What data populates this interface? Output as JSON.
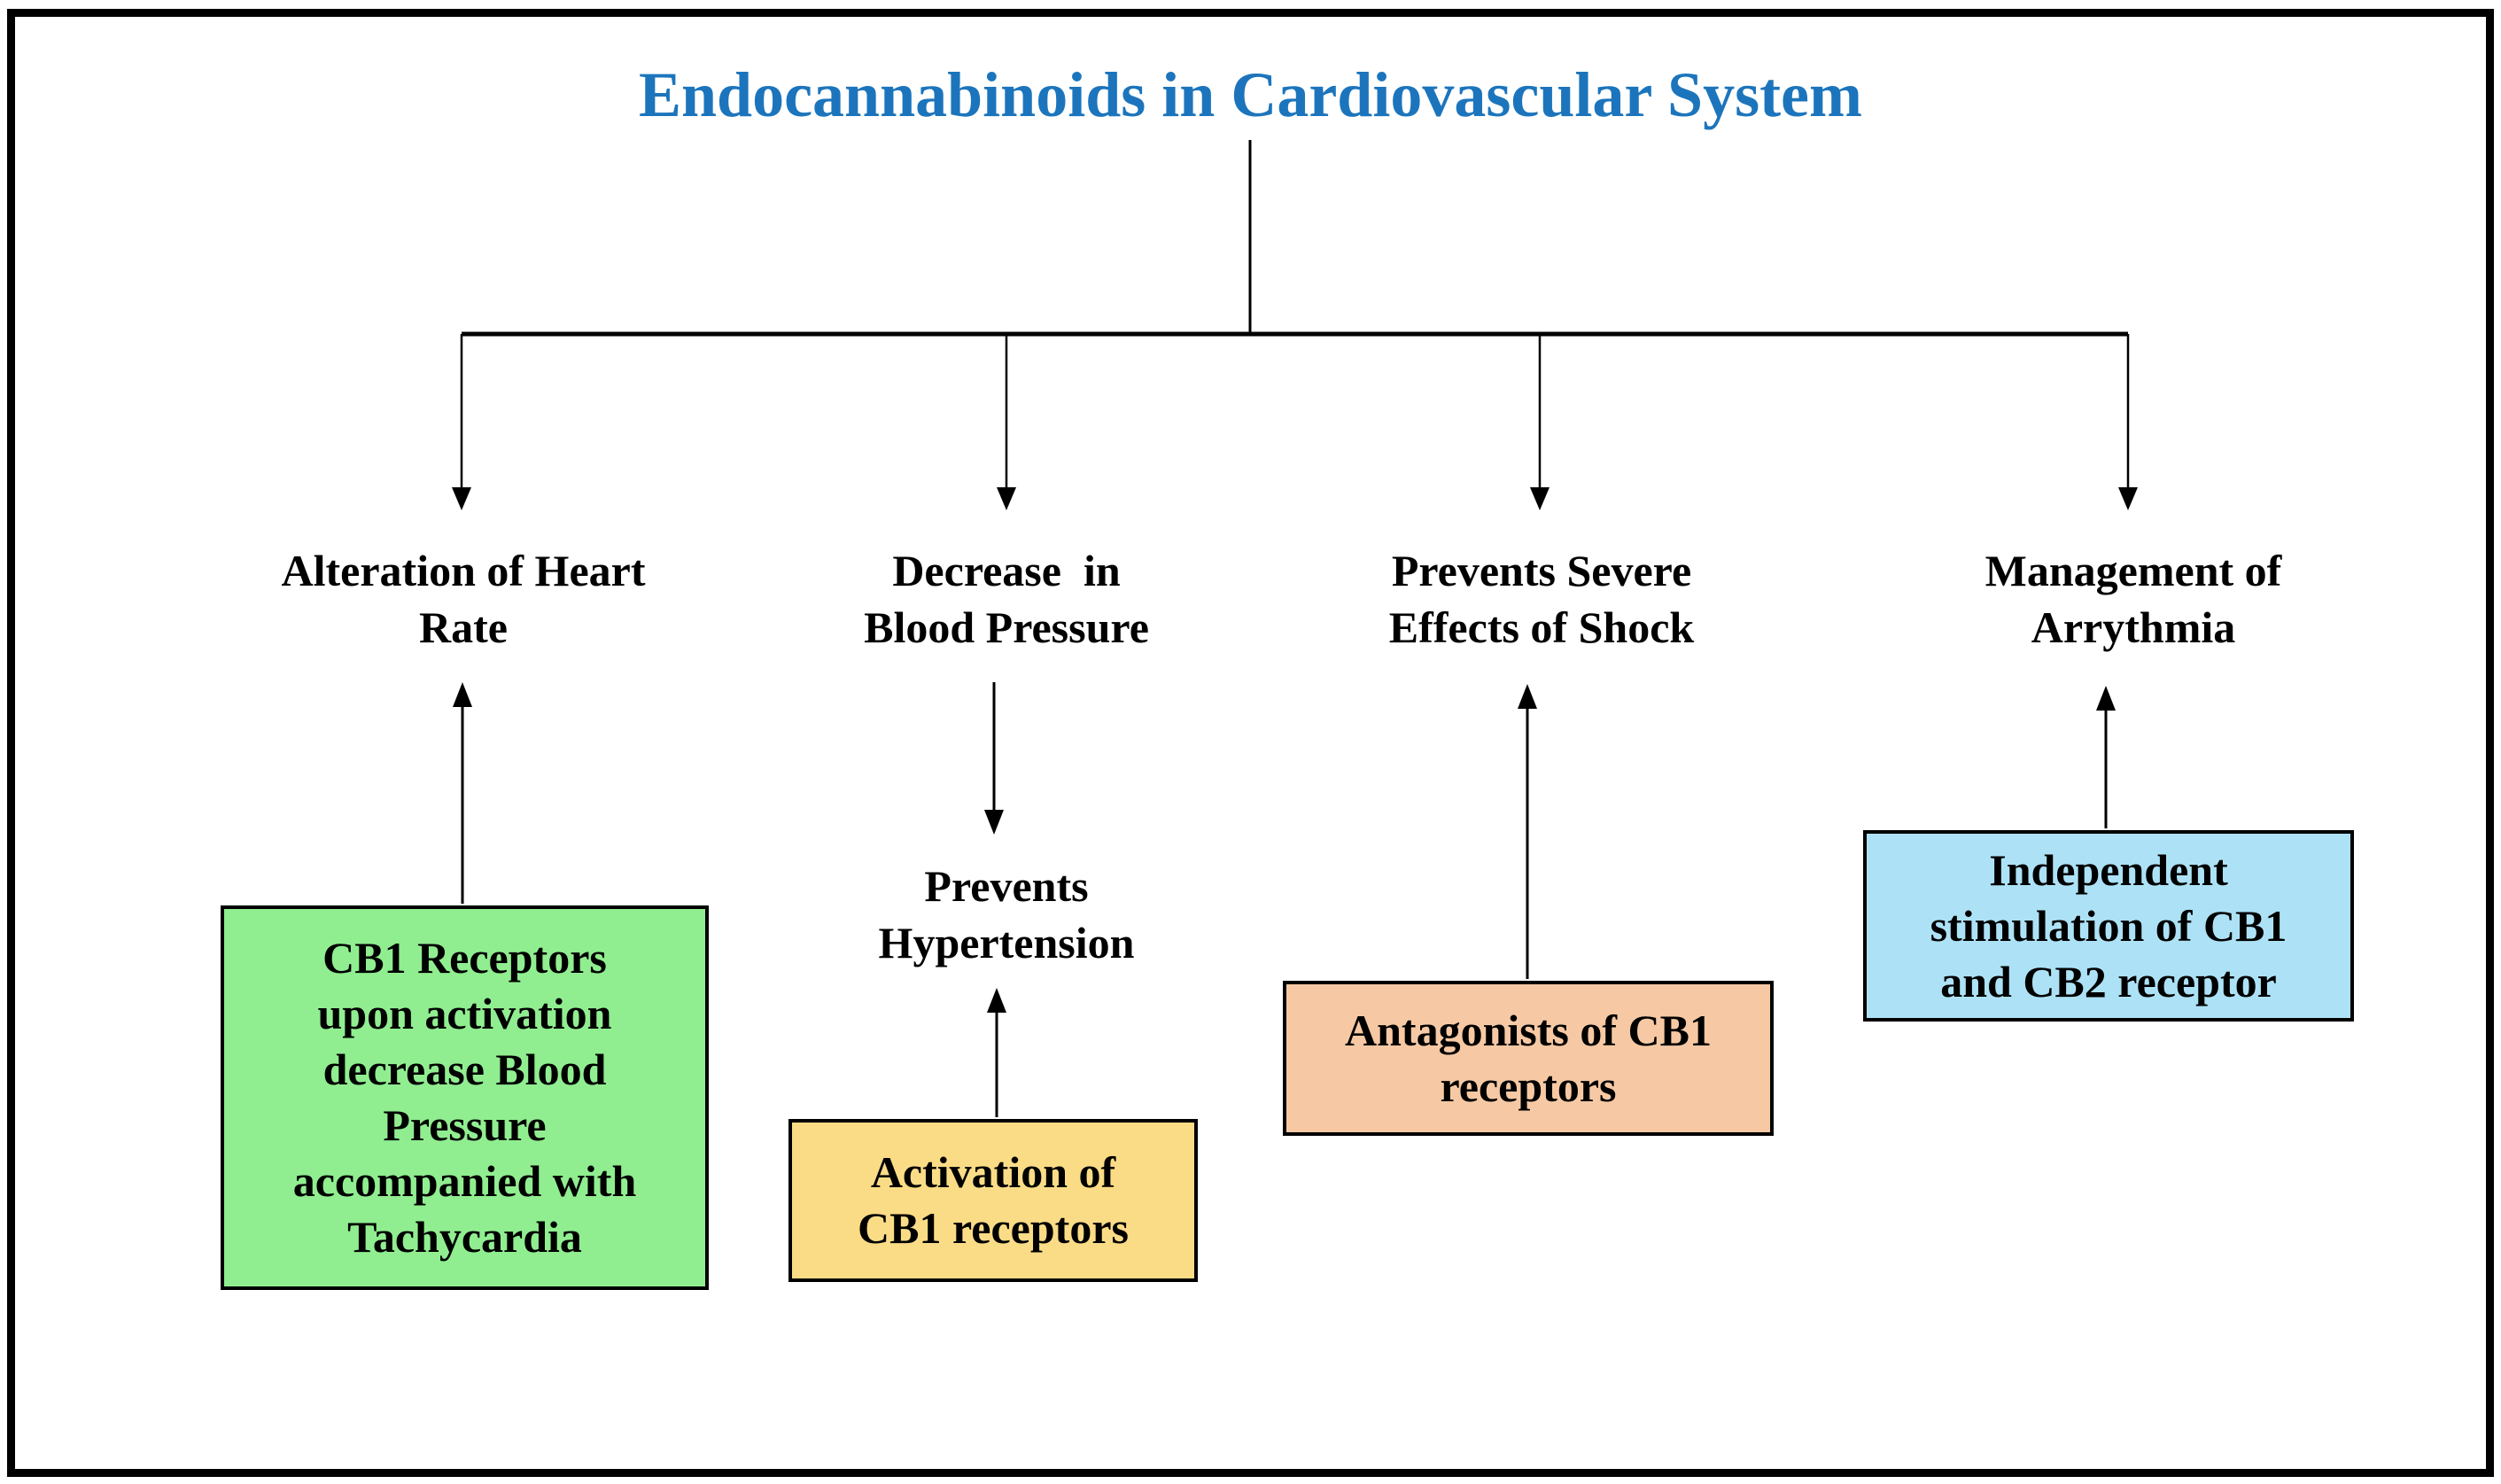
{
  "title": {
    "text": "Endocannabinoids in Cardiovascular System",
    "color": "#1C75BC"
  },
  "connector_color": "#000000",
  "background_color": "#FFFFFF",
  "frame_border_color": "#000000",
  "branches": [
    {
      "id": "heart-rate",
      "label": "Alteration of Heart\nRate",
      "box": {
        "text": "CB1 Receptors\nupon activation\ndecrease Blood\nPressure\naccompanied with\nTachycardia",
        "bg": "#90EE90",
        "arrow_direction": "up",
        "arrow_points_to": "Alteration of Heart Rate"
      }
    },
    {
      "id": "blood-pressure",
      "label": "Decrease  in\nBlood Pressure",
      "sub_label": "Prevents\nHypertension",
      "sub_arrow_direction": "down",
      "box": {
        "text": "Activation of\nCB1 receptors",
        "bg": "#FBDC86",
        "arrow_direction": "up",
        "arrow_points_to": "Prevents Hypertension"
      }
    },
    {
      "id": "shock",
      "label": "Prevents Severe\nEffects of Shock",
      "box": {
        "text": "Antagonists of CB1\nreceptors",
        "bg": "#F6C9A4",
        "arrow_direction": "up",
        "arrow_points_to": "Prevents Severe Effects of Shock"
      }
    },
    {
      "id": "arrhythmia",
      "label": "Management of\nArrythmia",
      "box": {
        "text": "Independent\nstimulation of CB1\nand CB2 receptor",
        "bg": "#ADE2F6",
        "arrow_direction": "up",
        "arrow_points_to": "Management of Arrythmia"
      }
    }
  ]
}
